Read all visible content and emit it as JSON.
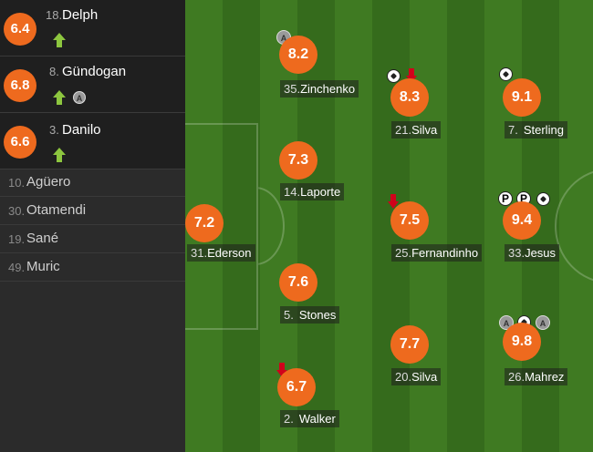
{
  "subs": [
    {
      "rating": "6.4",
      "num": "18.",
      "name": "Delph",
      "assist": false
    },
    {
      "rating": "6.8",
      "num": "8.",
      "name": "Gündogan",
      "assist": true,
      "assist_label": "A"
    },
    {
      "rating": "6.6",
      "num": "3.",
      "name": "Danilo",
      "assist": false
    }
  ],
  "bench": [
    {
      "num": "10.",
      "name": "Agüero"
    },
    {
      "num": "30.",
      "name": "Otamendi"
    },
    {
      "num": "19.",
      "name": "Sané"
    },
    {
      "num": "49.",
      "name": "Muric"
    }
  ],
  "players": {
    "ederson": {
      "rating": "7.2",
      "num": "31.",
      "name": "Ederson"
    },
    "zinchenko": {
      "rating": "8.2",
      "num": "35.",
      "name": "Zinchenko",
      "badge": "A"
    },
    "laporte": {
      "rating": "7.3",
      "num": "14.",
      "name": "Laporte"
    },
    "stones": {
      "rating": "7.6",
      "num": "5.",
      "name": "Stones"
    },
    "walker": {
      "rating": "6.7",
      "num": "2.",
      "name": "Walker"
    },
    "dsilva": {
      "rating": "8.3",
      "num": "21.",
      "name": "Silva"
    },
    "fernandinho": {
      "rating": "7.5",
      "num": "25.",
      "name": "Fernandinho"
    },
    "bsilva": {
      "rating": "7.7",
      "num": "20.",
      "name": "Silva"
    },
    "sterling": {
      "rating": "9.1",
      "num": "7.",
      "name": "Sterling"
    },
    "jesus": {
      "rating": "9.4",
      "num": "33.",
      "name": "Jesus",
      "pen_label": "P"
    },
    "mahrez": {
      "rating": "9.8",
      "num": "26.",
      "name": "Mahrez",
      "badge": "A"
    }
  },
  "colors": {
    "rating": "#ee6a1e",
    "sub_arrow": "#8dc63f",
    "off_arrow": "#d0021b"
  }
}
